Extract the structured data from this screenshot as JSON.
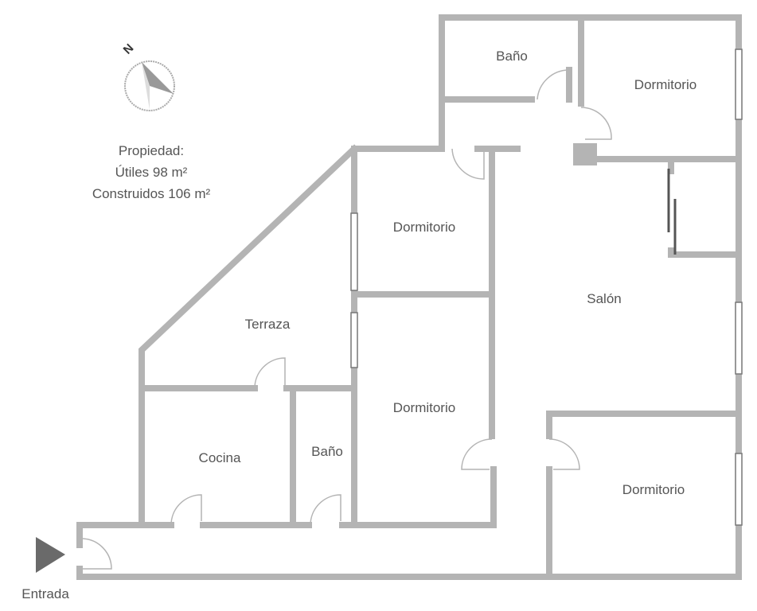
{
  "compass": {
    "north_label": "N"
  },
  "property": {
    "title": "Propiedad:",
    "useful": "Útiles 98 m²",
    "built": "Construidos 106 m²"
  },
  "rooms": [
    {
      "id": "bano-top",
      "label": "Baño"
    },
    {
      "id": "dormitorio-top-right",
      "label": "Dormitorio"
    },
    {
      "id": "dormitorio-left-top",
      "label": "Dormitorio"
    },
    {
      "id": "salon",
      "label": "Salón"
    },
    {
      "id": "terraza",
      "label": "Terraza"
    },
    {
      "id": "dormitorio-left-bottom",
      "label": "Dormitorio"
    },
    {
      "id": "cocina",
      "label": "Cocina"
    },
    {
      "id": "bano-bottom",
      "label": "Baño"
    },
    {
      "id": "dormitorio-bottom-right",
      "label": "Dormitorio"
    }
  ],
  "entrance": {
    "label": "Entrada"
  },
  "colors": {
    "wall": "#b4b4b4",
    "text": "#555555",
    "entrance_arrow": "#6a6a6a"
  }
}
